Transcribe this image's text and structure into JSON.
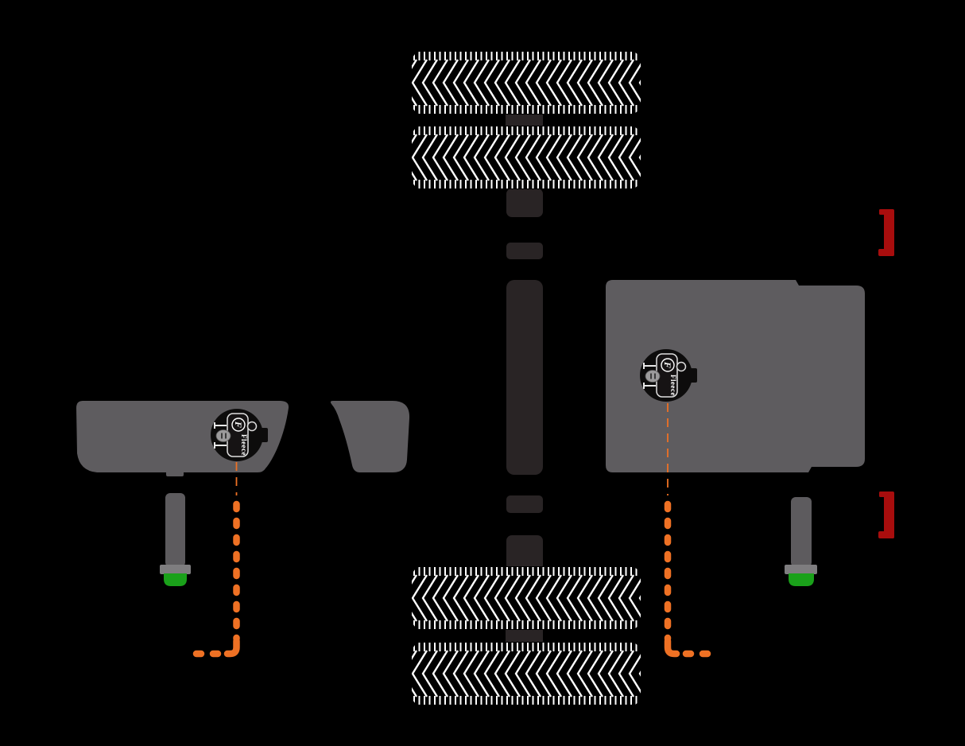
{
  "colors": {
    "background": "#000000",
    "chassis": "#292425",
    "tank_gray": "#5e5c5f",
    "bolt_gray": "#5d5b5e",
    "flange_gray": "#7e7d7f",
    "cap_green": "#1aa11a",
    "line_orange": "#ee7124",
    "bracket_red": "#a80d0d",
    "tread_white": "#ffffff",
    "pump_black": "#0d0c0c",
    "connector_gray": "#9b9a9b"
  },
  "pumps": [
    {
      "brand": "Fleece",
      "monogram": "F"
    },
    {
      "brand": "Fleece",
      "monogram": "F"
    }
  ]
}
